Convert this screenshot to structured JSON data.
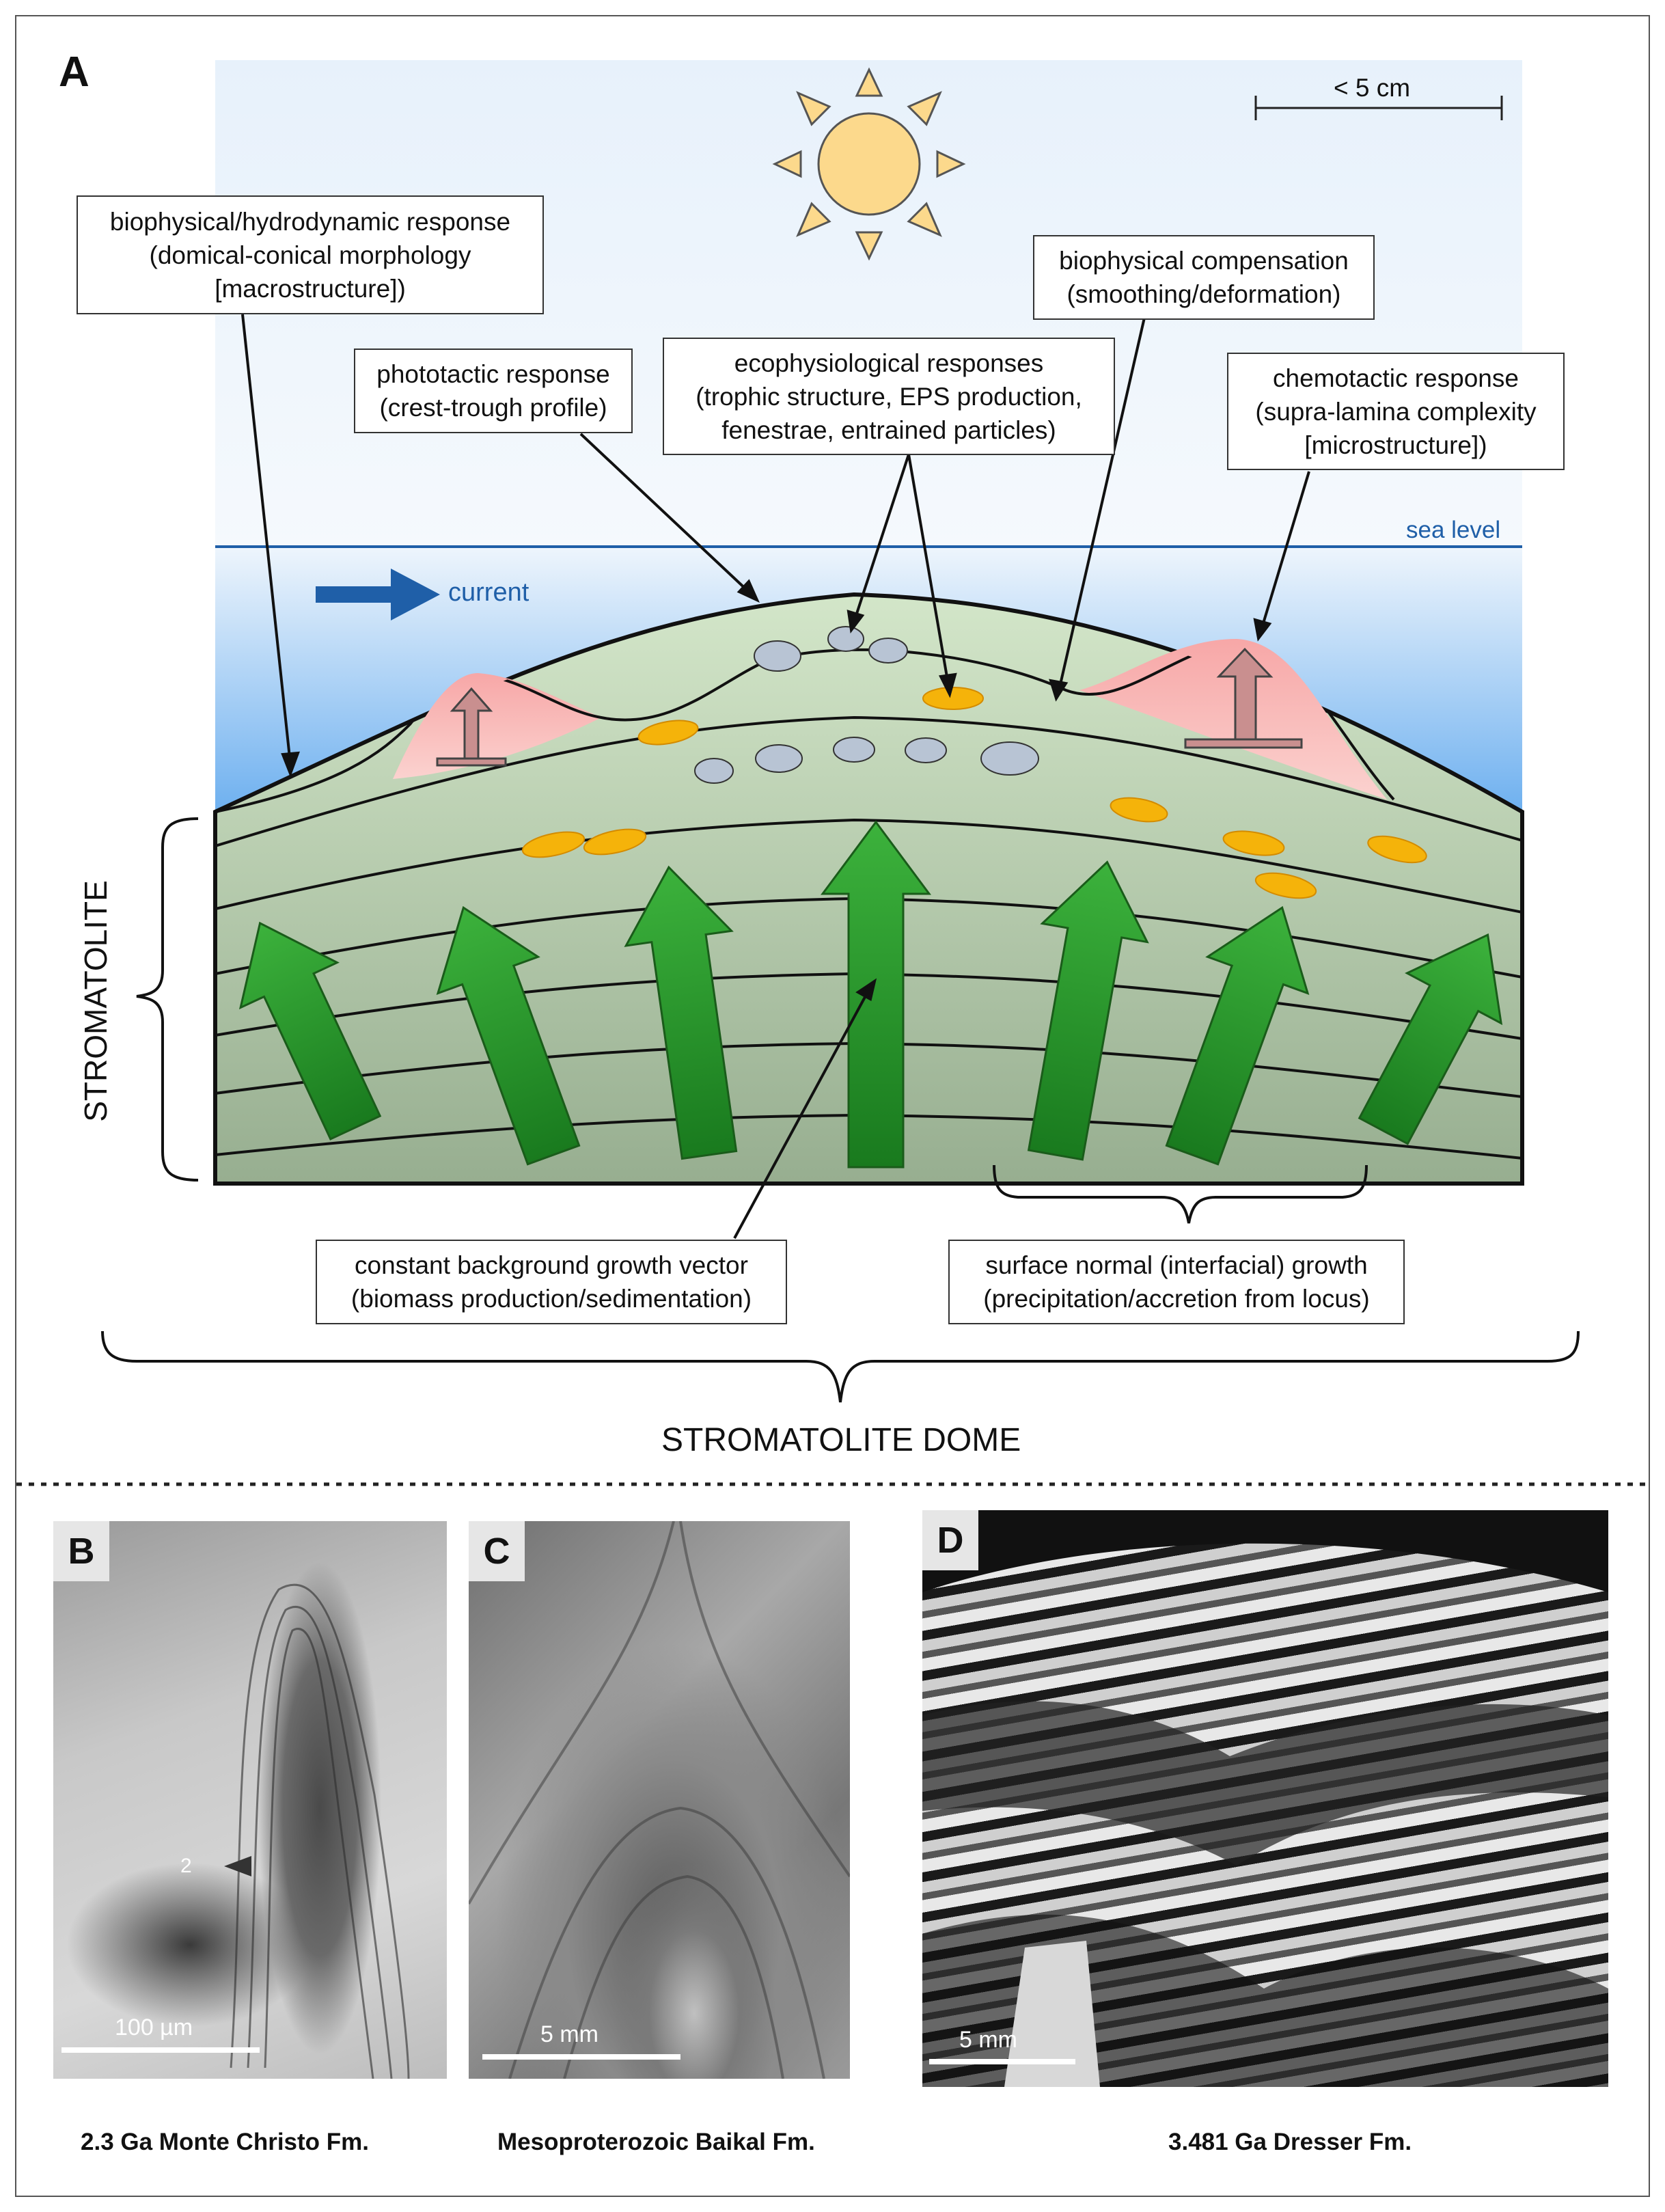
{
  "panel_a": {
    "letter": "A",
    "scale_label": "< 5 cm",
    "sea_level": "sea level",
    "current": "current",
    "side_label": "STROMATOLITE",
    "bottom_label": "STROMATOLITE DOME",
    "callouts": {
      "hydrodynamic": [
        "biophysical/hydrodynamic response",
        "(domical-conical morphology",
        "[macrostructure])"
      ],
      "phototactic": [
        "phototactic response",
        "(crest-trough profile)"
      ],
      "ecophysiological": [
        "ecophysiological responses",
        "(trophic structure, EPS production,",
        "fenestrae, entrained particles)"
      ],
      "compensation": [
        "biophysical compensation",
        "(smoothing/deformation)"
      ],
      "chemotactic": [
        "chemotactic response",
        "(supra-lamina complexity",
        "[microstructure])"
      ],
      "background": [
        "constant background growth vector",
        "(biomass production/sedimentation)"
      ],
      "surface_normal": [
        "surface normal (interfacial) growth",
        "(precipitation/accretion from locus)"
      ]
    }
  },
  "photos": [
    {
      "letter": "B",
      "scale": "100 µm",
      "caption": "2.3 Ga Monte Christo Fm.",
      "marker": "2"
    },
    {
      "letter": "C",
      "scale": "5 mm",
      "caption": "Mesoproterozoic Baikal Fm."
    },
    {
      "letter": "D",
      "scale": "5 mm",
      "caption": "3.481 Ga Dresser Fm."
    }
  ],
  "colors": {
    "sky": "#eef5fc",
    "water": "#77b7f0",
    "sediment": "#bcd4b3",
    "growth_arrow": "#2f9e2f",
    "microbial_mat": "#f5b3b3",
    "particle": "#f5b30a",
    "sun": "#fcd98c",
    "sea_line": "#1f5fa8"
  }
}
